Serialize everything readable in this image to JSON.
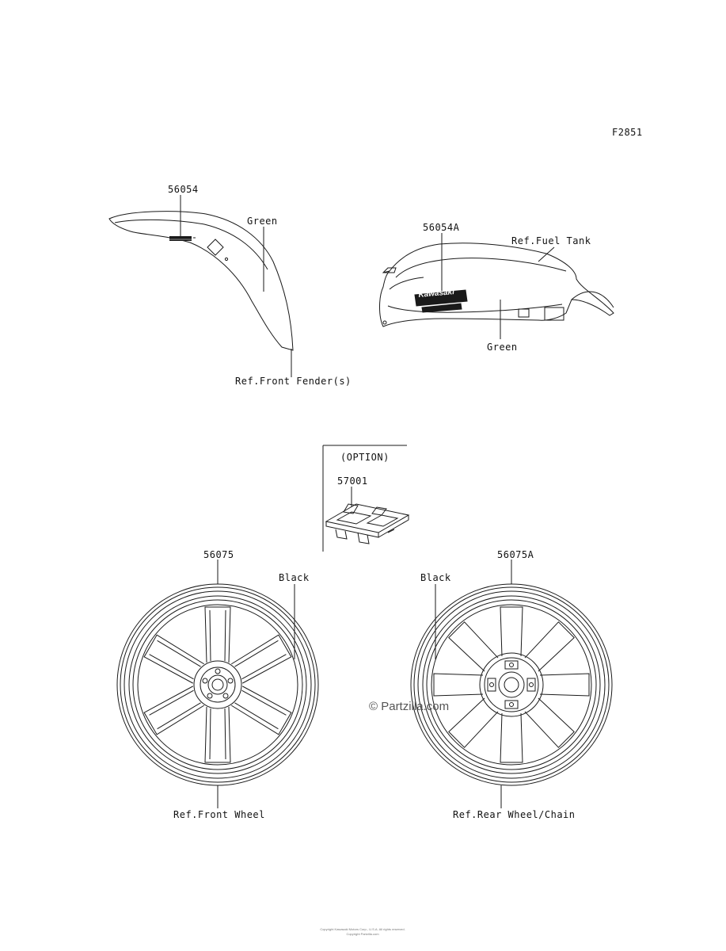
{
  "figure_code": "F2851",
  "parts": {
    "fender_label": "56054",
    "tank_label": "56054A",
    "option_label": "57001",
    "front_wheel_label": "56075",
    "rear_wheel_label": "56075A"
  },
  "callouts": {
    "fender_color": "Green",
    "tank_color": "Green",
    "front_wheel_color": "Black",
    "rear_wheel_color": "Black",
    "ref_front_fender": "Ref.Front Fender(s)",
    "ref_fuel_tank": "Ref.Fuel Tank",
    "ref_front_wheel": "Ref.Front Wheel",
    "ref_rear_wheel": "Ref.Rear Wheel/Chain",
    "option_title": "(OPTION)"
  },
  "tank_logo": {
    "brand": "Kawasaki"
  },
  "watermark": "© Partzilla.com",
  "footer": {
    "line1": "Copyright Kawasaki Motors Corp., U.S.A. All rights reserved.",
    "line2": "Copyright Partzilla.com"
  },
  "colors": {
    "line": "#1a1a1a",
    "background": "#ffffff"
  }
}
